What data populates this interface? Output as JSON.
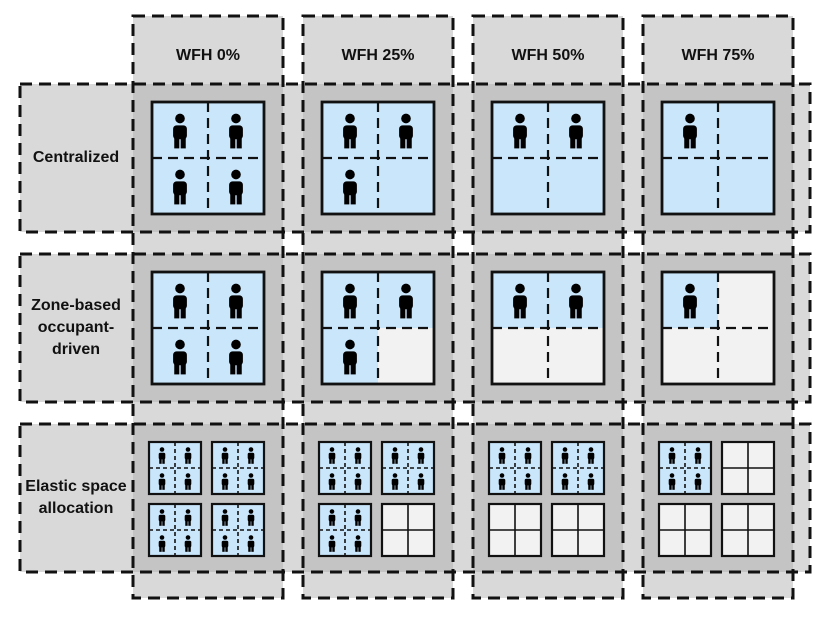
{
  "columns": [
    "WFH 0%",
    "WFH 25%",
    "WFH 50%",
    "WFH 75%"
  ],
  "rows": [
    "Centralized",
    "Zone-based occupant-driven",
    "Elastic space allocation"
  ],
  "colors": {
    "band": "#d9d9d9",
    "overlap": "#c4c4c4",
    "conditioned": "#c9e6fb",
    "unconditioned": "#f2f2f2",
    "outline": "#111111"
  },
  "occupied_zones": [
    4,
    3,
    2,
    1
  ],
  "conditioning": {
    "Centralized": "all zones conditioned",
    "Zone-based occupant-driven": "only occupied zones conditioned",
    "Elastic space allocation": "only occupied rooms conditioned"
  },
  "icons": {
    "occupant": "person-icon"
  }
}
